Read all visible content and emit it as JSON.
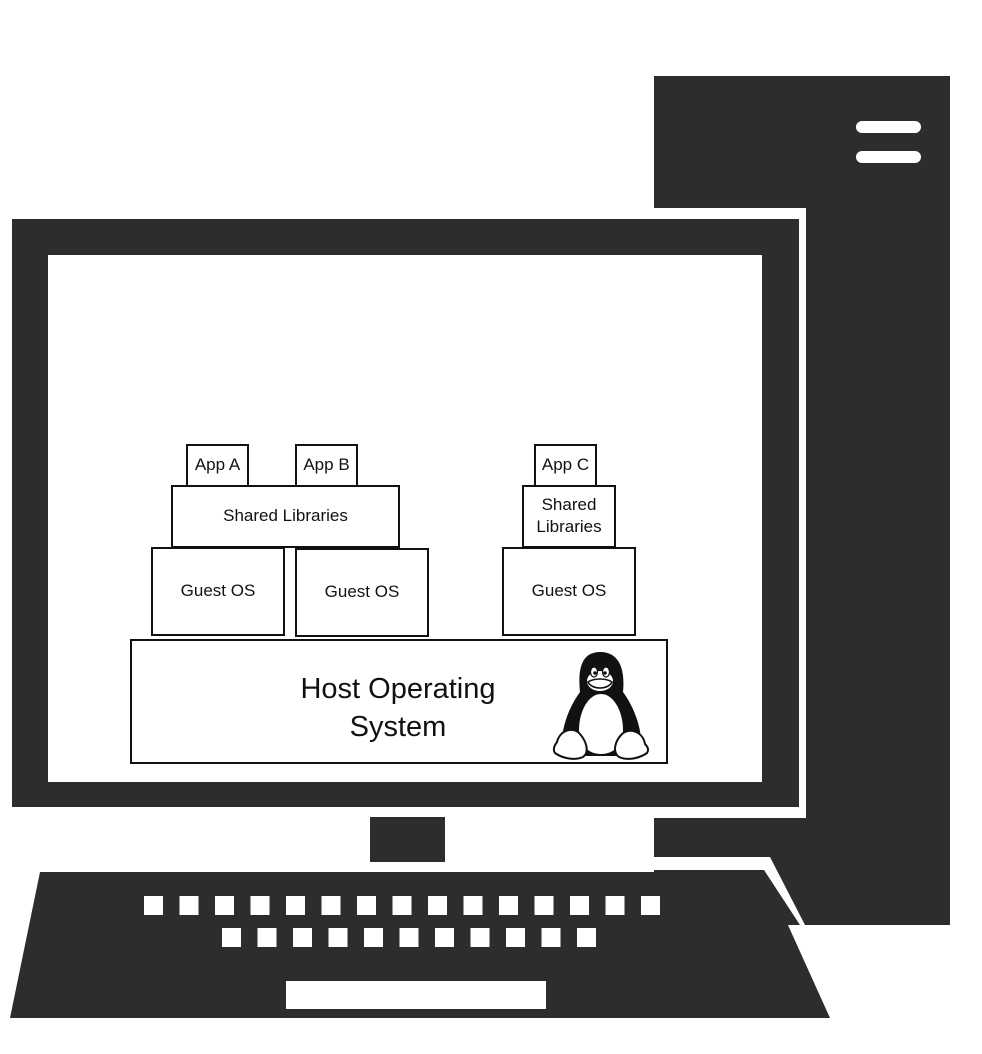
{
  "colors": {
    "hardware": "#2d2d2d",
    "screen": "#ffffff",
    "box_fill": "#ffffff",
    "box_stroke": "#111111",
    "key": "#ffffff"
  },
  "icons": {
    "tower": "computer-tower-icon",
    "monitor": "monitor-icon",
    "keyboard": "keyboard-icon",
    "penguin": "linux-tux-penguin-icon"
  },
  "diagram": {
    "apps": {
      "app_a": "App A",
      "app_b": "App B",
      "app_c": "App C"
    },
    "shared_libraries_wide": "Shared Libraries",
    "shared_libraries_narrow": [
      "Shared",
      "Libraries"
    ],
    "guest_os": [
      "Guest OS",
      "Guest OS",
      "Guest OS"
    ],
    "host_os": [
      "Host Operating",
      "System"
    ]
  }
}
